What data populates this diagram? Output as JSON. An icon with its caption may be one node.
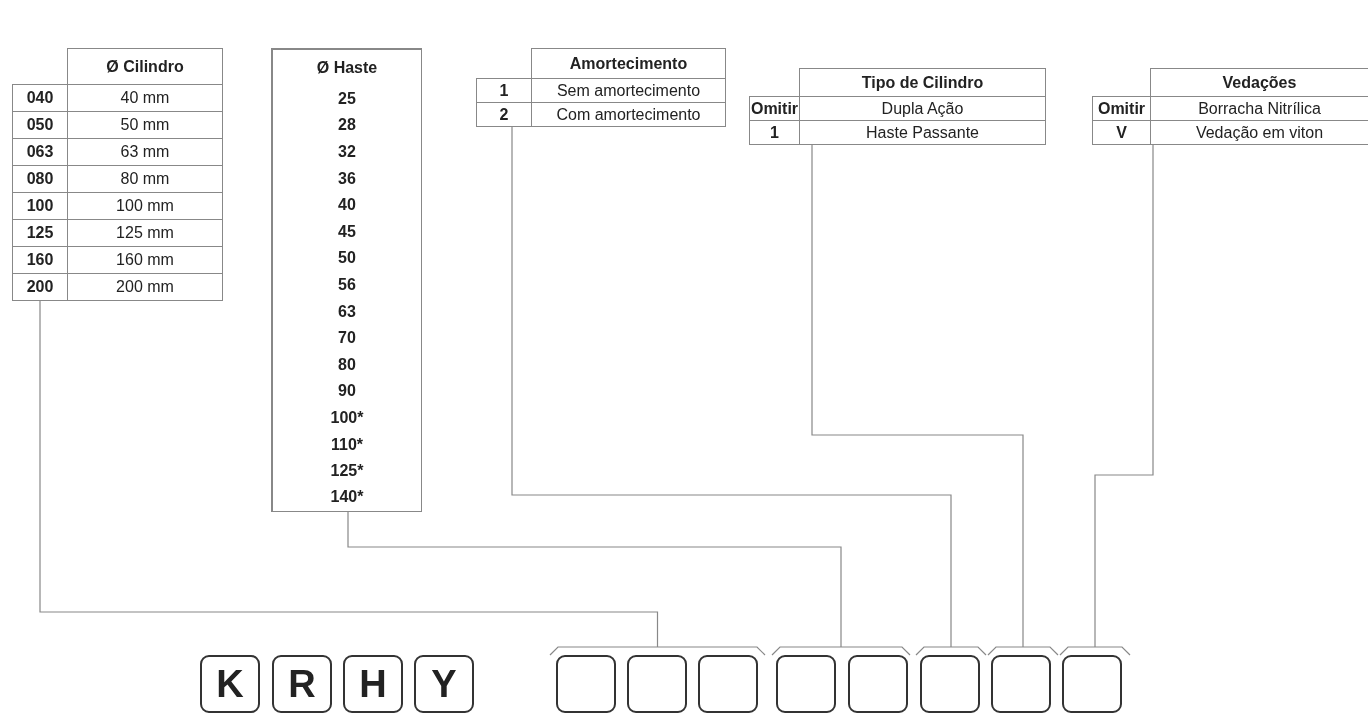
{
  "diagram": {
    "nodes": [
      {
        "text": [
          "Ø Cilindro",
          "040",
          "40 mm",
          "050",
          "50 mm",
          "063",
          "63 mm",
          "080",
          "80 mm",
          "100",
          "100 mm",
          "125",
          "125 mm",
          "160",
          "160 mm",
          "200",
          "200 mm"
        ]
      },
      {
        "text": [
          "Ø Haste",
          "25",
          "28",
          "32",
          "36",
          "40",
          "45",
          "50",
          "56",
          "63",
          "70",
          "80",
          "90",
          "100*",
          "110*",
          "125*",
          "140*"
        ]
      },
      {
        "text": [
          "Amortecimento",
          "1",
          "Sem amortecimento",
          "2",
          "Com amortecimento"
        ]
      },
      {
        "text": [
          "Tipo de Cilindro",
          "Omitir",
          "Dupla Ação",
          "1",
          "Haste Passante"
        ]
      },
      {
        "text": [
          "Vedações",
          "Omitir",
          "Borracha Nitrílica",
          "V",
          "Vedação em viton"
        ]
      },
      {
        "text": [
          "K"
        ]
      },
      {
        "text": [
          "R"
        ]
      },
      {
        "text": [
          "H"
        ]
      },
      {
        "text": [
          "Y"
        ]
      },
      {
        "text": [],
        "shape": "bracket"
      },
      {
        "text": [],
        "shape": "bracket"
      },
      {
        "text": [],
        "shape": "bracket"
      },
      {
        "text": [],
        "shape": "bracket"
      },
      {
        "text": [],
        "shape": "bracket"
      },
      {
        "text": [],
        "shape": "box"
      },
      {
        "text": [],
        "shape": "box"
      },
      {
        "text": [],
        "shape": "box"
      },
      {
        "text": [],
        "shape": "box"
      },
      {
        "text": [],
        "shape": "box"
      },
      {
        "text": [],
        "shape": "box"
      },
      {
        "text": [],
        "shape": "box"
      },
      {
        "text": [],
        "shape": "box"
      }
    ],
    "edges": [
      {
        "from": 0,
        "to": 9,
        "arrow": "none"
      },
      {
        "from": 1,
        "to": 10,
        "arrow": "none"
      },
      {
        "from": 2,
        "to": 11,
        "arrow": "none"
      },
      {
        "from": 3,
        "to": 12,
        "arrow": "none"
      },
      {
        "from": 4,
        "to": 13,
        "arrow": "none"
      }
    ]
  }
}
